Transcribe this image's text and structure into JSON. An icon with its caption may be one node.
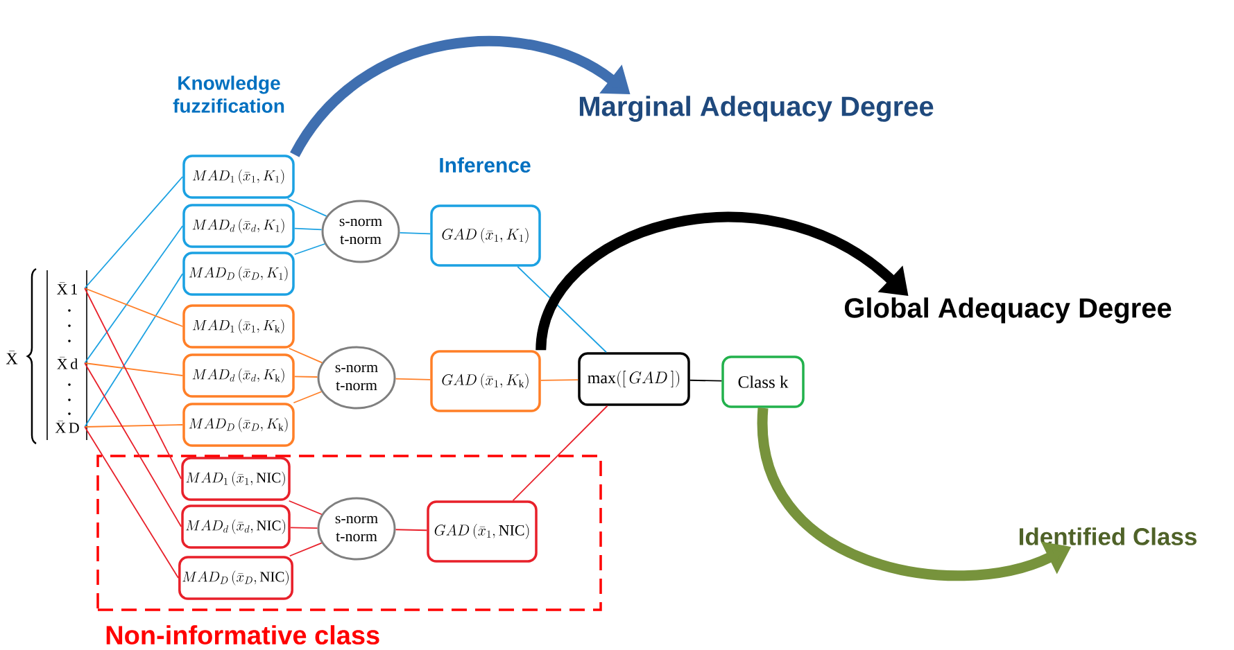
{
  "diagram": {
    "nodes": [
      {
        "text": [
          "\\bar{\\mathrm{X}}\\,\\mathrm{1}"
        ]
      },
      {
        "text": [
          "\\bar{\\mathrm{X}}\\,\\mathrm{d}"
        ]
      },
      {
        "text": [
          "\\bar{\\mathrm{X}}\\,\\mathrm{D}"
        ]
      },
      {
        "text": [
          "MAD_1\\left(\\bar{x}_1, K_1\\right)"
        ]
      },
      {
        "text": [
          "MAD_d\\left(\\bar{x}_d, K_1\\right)"
        ]
      },
      {
        "text": [
          "MAD_D\\left(\\bar{x}_D, K_1\\right)"
        ]
      },
      {
        "text": [
          "MAD_1\\left(\\bar{x}_1, K_{\\mathrm{k}}\\right)"
        ]
      },
      {
        "text": [
          "MAD_d\\left(\\bar{x}_d, K_{\\mathrm{k}}\\right)"
        ]
      },
      {
        "text": [
          "MAD_D\\left(\\bar{x}_D, K_{\\mathrm{k}}\\right)"
        ]
      },
      {
        "text": [
          "Non-informative class"
        ]
      },
      {
        "text": [
          "MAD_1\\left(\\bar{x}_1, \\mathrm{NIC}\\right)"
        ],
        "in": 9
      },
      {
        "text": [
          "MAD_d\\left(\\bar{x}_d, \\mathrm{NIC}\\right)"
        ],
        "in": 9
      },
      {
        "text": [
          "MAD_D\\left(\\bar{x}_D, \\mathrm{NIC}\\right)"
        ],
        "in": 9
      },
      {
        "text": [
          "s-norm",
          "t-norm"
        ]
      },
      {
        "text": [
          "s-norm",
          "t-norm"
        ]
      },
      {
        "text": [
          "s-norm",
          "t-norm"
        ],
        "in": 9
      },
      {
        "text": [
          "GAD\\left(\\bar{x}_1, K_1\\right)"
        ]
      },
      {
        "text": [
          "GAD\\left(\\bar{x}_1, K_{\\mathrm{k}}\\right)"
        ]
      },
      {
        "text": [
          "GAD\\left(\\bar{x}_1, \\mathrm{NIC}\\right)"
        ],
        "in": 9
      },
      {
        "text": [
          "\\max([\\,GAD\\,])"
        ]
      },
      {
        "text": [
          "Class k"
        ]
      },
      {
        "text": [
          "Marginal Adequacy Degree"
        ]
      },
      {
        "text": [
          "Global Adequacy Degree"
        ]
      },
      {
        "text": [
          "Identified Class"
        ]
      }
    ],
    "edges": [
      {
        "from": 0,
        "to": 3,
        "arrow": "none",
        "color": "#1ba1e2"
      },
      {
        "from": 1,
        "to": 4,
        "arrow": "none",
        "color": "#1ba1e2"
      },
      {
        "from": 2,
        "to": 5,
        "arrow": "none",
        "color": "#1ba1e2"
      },
      {
        "from": 0,
        "to": 6,
        "arrow": "none",
        "color": "#ff7f27"
      },
      {
        "from": 1,
        "to": 7,
        "arrow": "none",
        "color": "#ff7f27"
      },
      {
        "from": 2,
        "to": 8,
        "arrow": "none",
        "color": "#ff7f27"
      },
      {
        "from": 0,
        "to": 10,
        "arrow": "none",
        "color": "#e8202a"
      },
      {
        "from": 1,
        "to": 11,
        "arrow": "none",
        "color": "#e8202a"
      },
      {
        "from": 2,
        "to": 12,
        "arrow": "none",
        "color": "#e8202a"
      },
      {
        "from": 3,
        "to": 13,
        "arrow": "none",
        "color": "#1ba1e2"
      },
      {
        "from": 4,
        "to": 13,
        "arrow": "none",
        "color": "#1ba1e2"
      },
      {
        "from": 5,
        "to": 13,
        "arrow": "none",
        "color": "#1ba1e2"
      },
      {
        "from": 13,
        "to": 16,
        "arrow": "none",
        "color": "#1ba1e2"
      },
      {
        "from": 16,
        "to": 19,
        "arrow": "none",
        "color": "#1ba1e2"
      },
      {
        "from": 6,
        "to": 14,
        "arrow": "none",
        "color": "#ff7f27"
      },
      {
        "from": 7,
        "to": 14,
        "arrow": "none",
        "color": "#ff7f27"
      },
      {
        "from": 8,
        "to": 14,
        "arrow": "none",
        "color": "#ff7f27"
      },
      {
        "from": 14,
        "to": 17,
        "arrow": "none",
        "color": "#ff7f27"
      },
      {
        "from": 17,
        "to": 19,
        "arrow": "none",
        "color": "#ff7f27"
      },
      {
        "from": 10,
        "to": 15,
        "arrow": "none",
        "color": "#e8202a"
      },
      {
        "from": 11,
        "to": 15,
        "arrow": "none",
        "color": "#e8202a"
      },
      {
        "from": 12,
        "to": 15,
        "arrow": "none",
        "color": "#e8202a"
      },
      {
        "from": 15,
        "to": 18,
        "arrow": "none",
        "color": "#e8202a"
      },
      {
        "from": 18,
        "to": 19,
        "arrow": "none",
        "color": "#e8202a"
      },
      {
        "from": 19,
        "to": 20,
        "arrow": "none",
        "color": "#000000"
      },
      {
        "from": 3,
        "to": 21,
        "arrow": "to",
        "style": "thick",
        "color": "#3f6fb0"
      },
      {
        "from": 17,
        "to": 22,
        "arrow": "to",
        "style": "thick",
        "color": "#000000"
      },
      {
        "from": 20,
        "to": 23,
        "arrow": "to",
        "style": "thick",
        "color": "#77933c"
      }
    ],
    "labels": [
      "\\bar{\\mathrm{X}}",
      "Knowledge fuzzification",
      "Inference"
    ]
  }
}
